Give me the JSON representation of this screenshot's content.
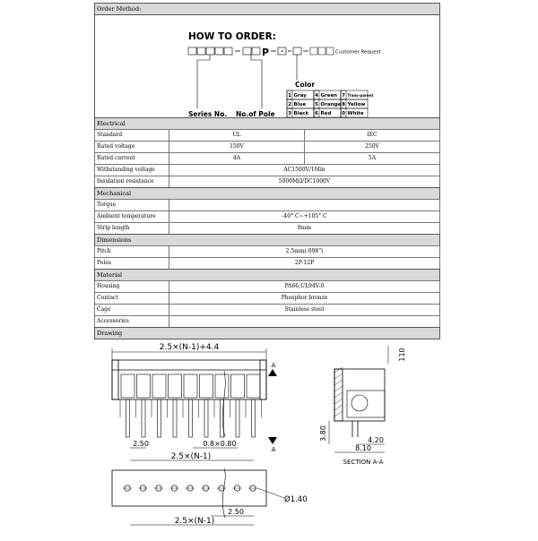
{
  "order": {
    "header": "Order Method:",
    "title": "HOW TO ORDER:",
    "p_letter": "P",
    "dot": "•",
    "customer": "Customer Request",
    "series": "Series No.",
    "pole": "No.of Pole",
    "color_title": "Color",
    "colors": [
      {
        "code": "1",
        "name": "Gray"
      },
      {
        "code": "4",
        "name": "Green"
      },
      {
        "code": "7",
        "name": "Trans-parent"
      },
      {
        "code": "2",
        "name": "Blue"
      },
      {
        "code": "5",
        "name": "Orange"
      },
      {
        "code": "8",
        "name": "Yellow"
      },
      {
        "code": "3",
        "name": "Black"
      },
      {
        "code": "6",
        "name": "Red"
      },
      {
        "code": "0",
        "name": "White"
      }
    ]
  },
  "electrical": {
    "header": "Electrical",
    "standard": {
      "label": "Standard",
      "ul": "UL",
      "iec": "IEC"
    },
    "voltage": {
      "label": "Rated voltage",
      "ul": "150V",
      "iec": "250V"
    },
    "current": {
      "label": "Rated current",
      "ul": "4A",
      "iec": "5A"
    },
    "withstand": {
      "label": "Withstanding voltage",
      "value": "AC1500V/1Min"
    },
    "insulation": {
      "label": "Insulation resistance",
      "value": "5000MΩ/DC1000V"
    }
  },
  "mechanical": {
    "header": "Mechanical",
    "torque": {
      "label": "Torque",
      "value": ""
    },
    "ambient": {
      "label": "Ambient temperature",
      "value": "-40° C~+105° C"
    },
    "strip": {
      "label": "Strip length",
      "value": "8mm"
    }
  },
  "dimensions": {
    "header": "Dimensions",
    "pitch": {
      "label": "Pitch",
      "value": "2.5mm(.098\")"
    },
    "poles": {
      "label": "Poles",
      "value": "2P-12P"
    }
  },
  "material": {
    "header": "Material",
    "housing": {
      "label": "Housing",
      "value": "PA66,UL94V-0"
    },
    "contact": {
      "label": "Contact",
      "value": "Phosphor bronze"
    },
    "cage": {
      "label": "Cage",
      "value": "Stainless steel"
    },
    "accessories": {
      "label": "Accessories",
      "value": ""
    }
  },
  "drawing": {
    "header": "Drawing",
    "dim_total": "2.5×(N-1)+4.4",
    "dim_pitch_bottom": "2.50",
    "dim_pin": "0.8×0.80",
    "dim_span": "2.5×(N-1)",
    "dim_hole": "Ø1.40",
    "dim_hole_pitch": "2.50",
    "dim_span2": "2.5×(N-1)",
    "side_110": "110",
    "side_380": "3.80",
    "side_420": "4.20",
    "side_810": "8.10",
    "section": "SECTION A-A",
    "mark_a": "A"
  }
}
